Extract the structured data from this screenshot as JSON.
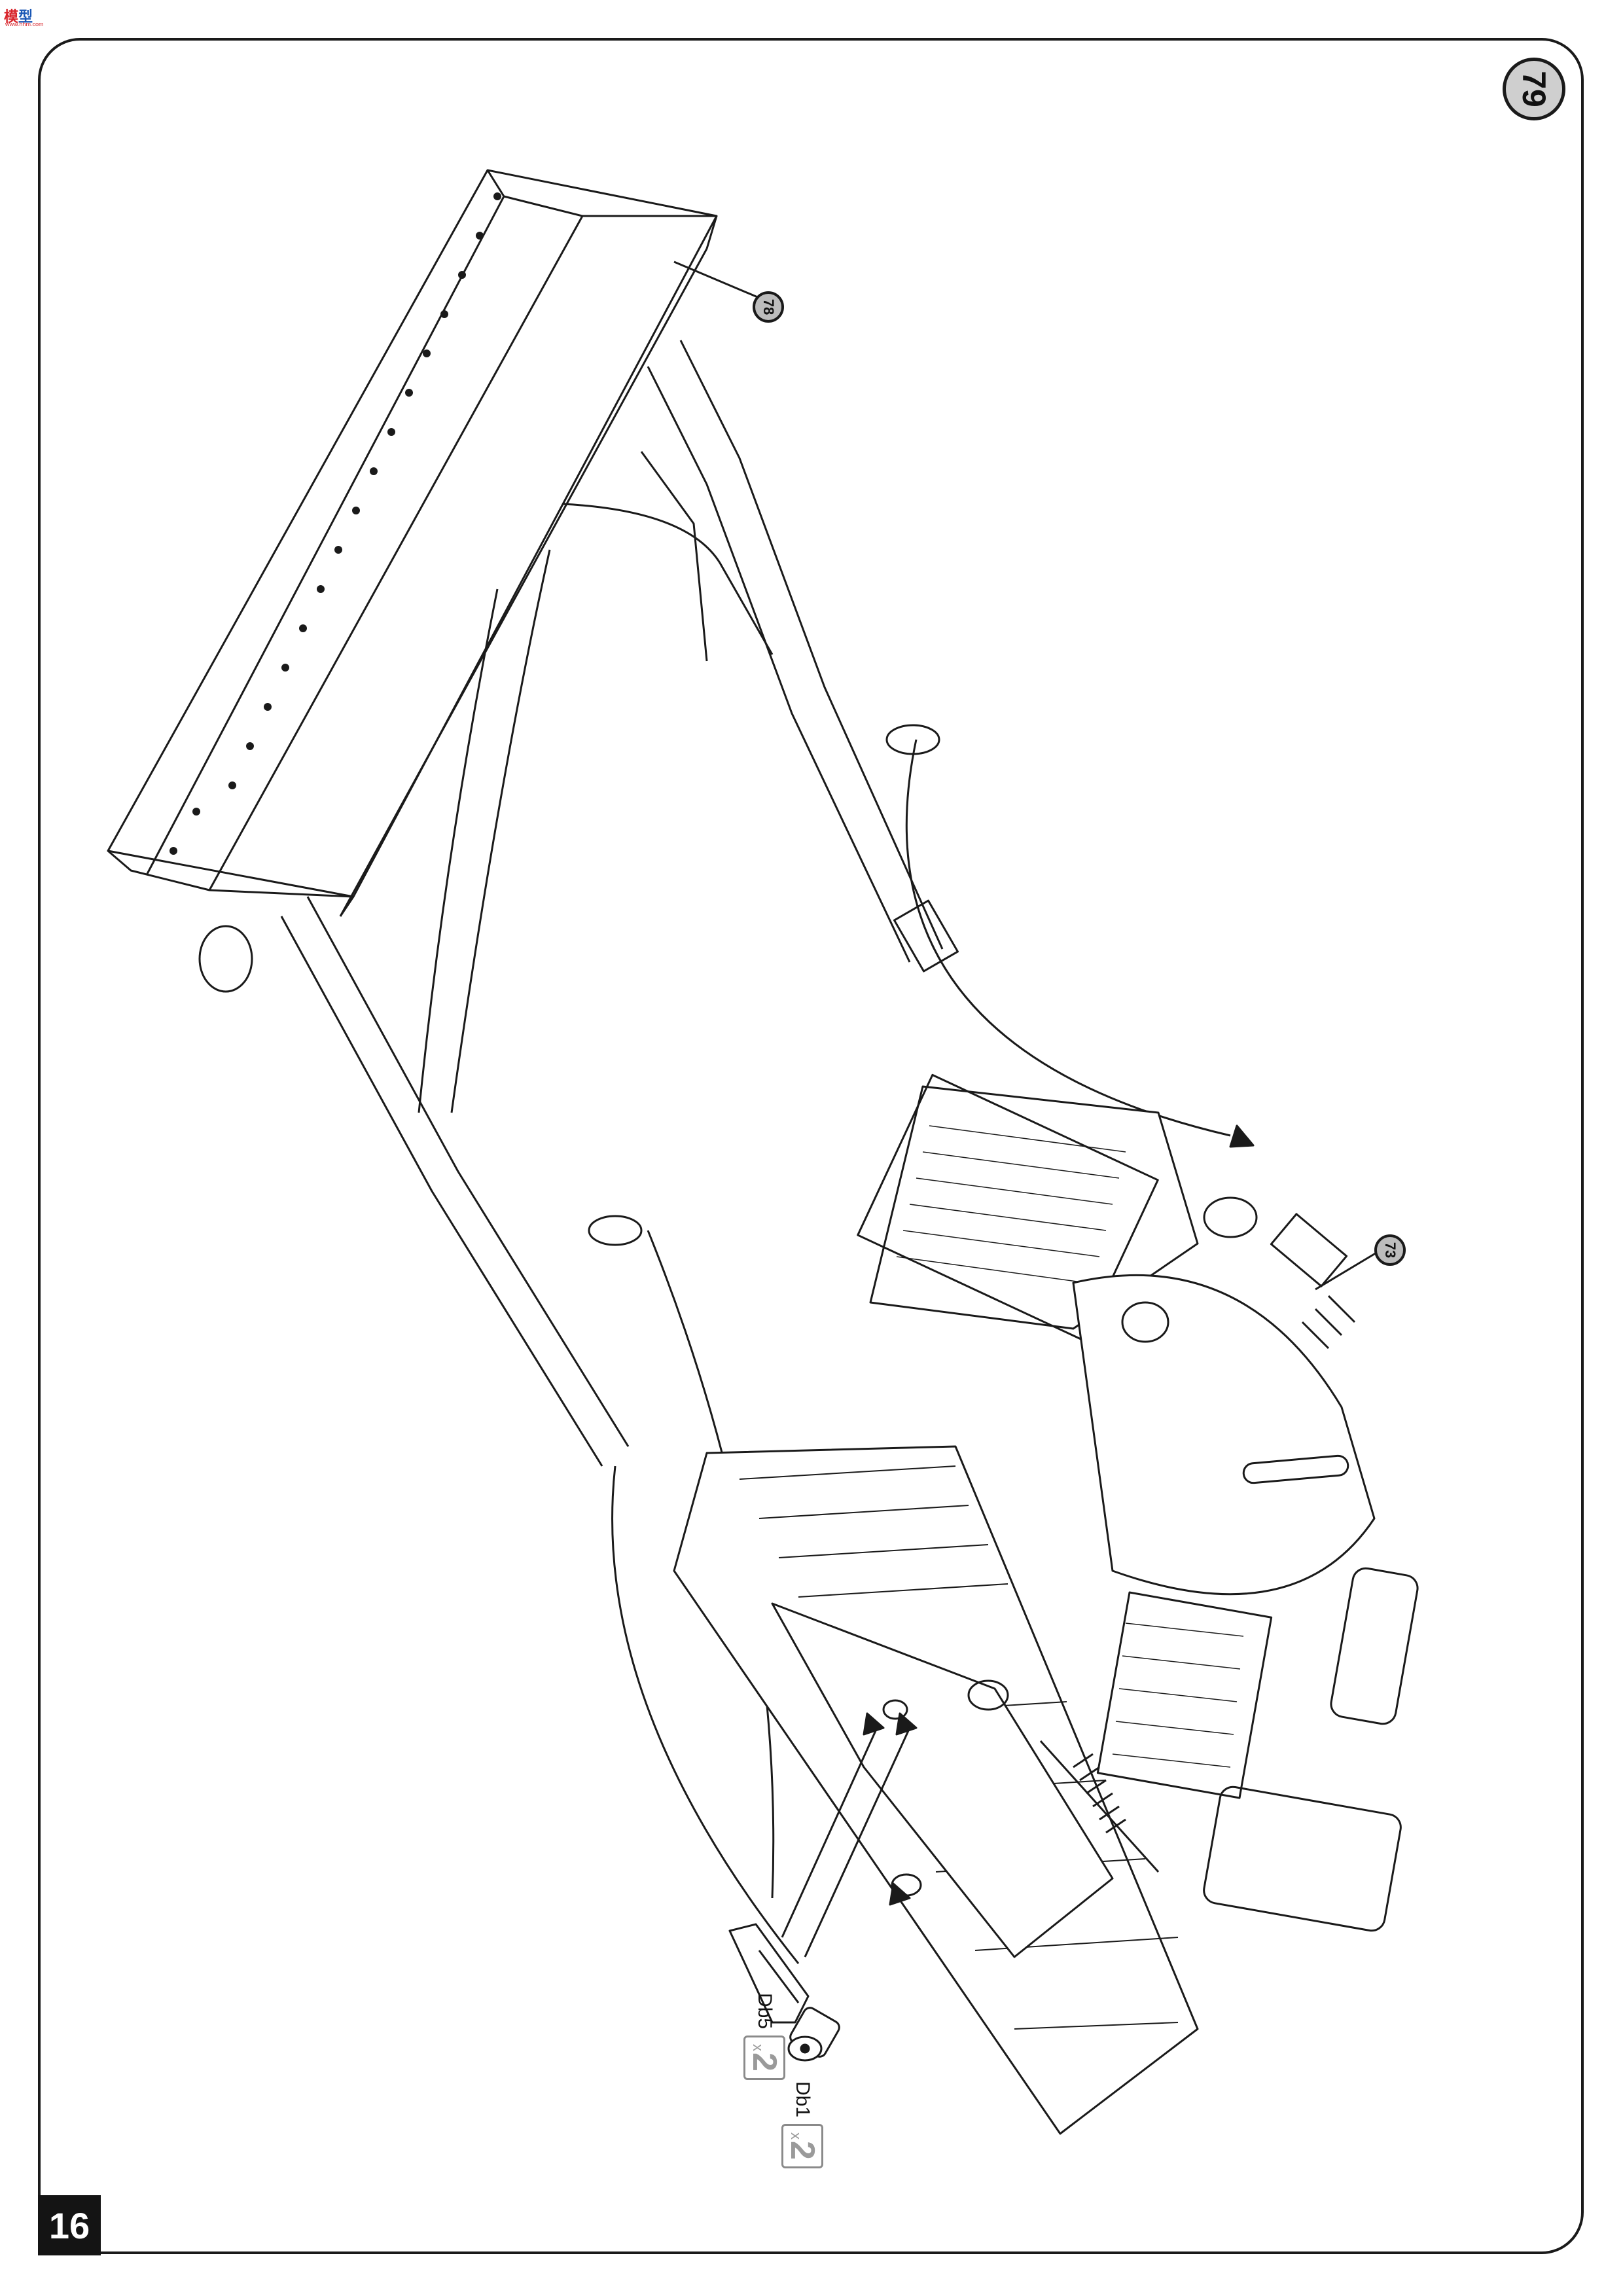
{
  "publisher_logo": {
    "mark_a": "模",
    "mark_b": "型",
    "url": "www.hhm.com"
  },
  "step": {
    "number": "79"
  },
  "callouts": [
    {
      "label": "78"
    },
    {
      "label": "73"
    }
  ],
  "parts": [
    {
      "code": "Db5",
      "qty_prefix": "x",
      "qty": "2"
    },
    {
      "code": "Db1",
      "qty_prefix": "x",
      "qty": "2"
    }
  ],
  "page": {
    "number": "16"
  },
  "colors": {
    "line": "#1a1a1a",
    "badge_fill": "#cfcfcf",
    "qty_gray": "#9a9a9a"
  }
}
